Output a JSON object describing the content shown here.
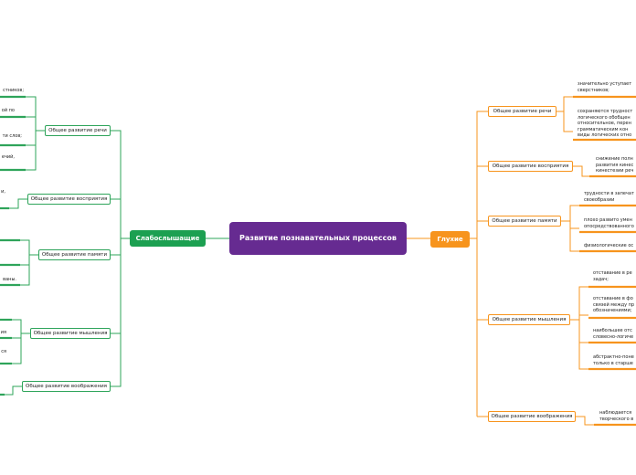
{
  "central": {
    "title": "Развитие познавательных процессов"
  },
  "left_branch": {
    "title": "Слабослышащие",
    "color": "#1ca051",
    "children": [
      {
        "label": "Общее развитие речи",
        "leaves": [
          "стников;",
          "ой по",
          "ти слов;",
          "ечий,"
        ]
      },
      {
        "label": "Общее развитие восприятия",
        "leaves": [
          "и,"
        ]
      },
      {
        "label": "Общее развитие памяти",
        "leaves": [
          "ваны."
        ]
      },
      {
        "label": "Общее развитие мышления",
        "leaves": [
          "ия",
          "ся"
        ]
      },
      {
        "label": "Общее развитие воображения",
        "leaves": []
      }
    ]
  },
  "right_branch": {
    "title": "Глухие",
    "color": "#f7941d",
    "children": [
      {
        "label": "Общее развитие речи",
        "leaves": [
          "значительно уступает\nсверстников;",
          "сохраняются трудност\nлогического обобщен\nотносительное, перен\nграмматическим кон\nвиды логических отно"
        ]
      },
      {
        "label": "Общее развитие восприятия",
        "leaves": [
          "снижение полн\nразвития кинес\nкинестезии реч"
        ]
      },
      {
        "label": "Общее развитие памяти",
        "leaves": [
          "трудности в запечат\nсвоеобразии",
          "плохо развито умен\nопосредствованного",
          "физиологические ос"
        ]
      },
      {
        "label": "Общее развитие мышления",
        "leaves": [
          "отставание в ре\nзадач;",
          "отставание в фо\nсвязей между пр\nобозначениями;",
          "наибольшее отс\nсловесно-логиче",
          "абстрактно-поне\nтолько в старше"
        ]
      },
      {
        "label": "Общее развитие воображения",
        "leaves": [
          "наблюдается\nтворческого в"
        ]
      }
    ]
  }
}
